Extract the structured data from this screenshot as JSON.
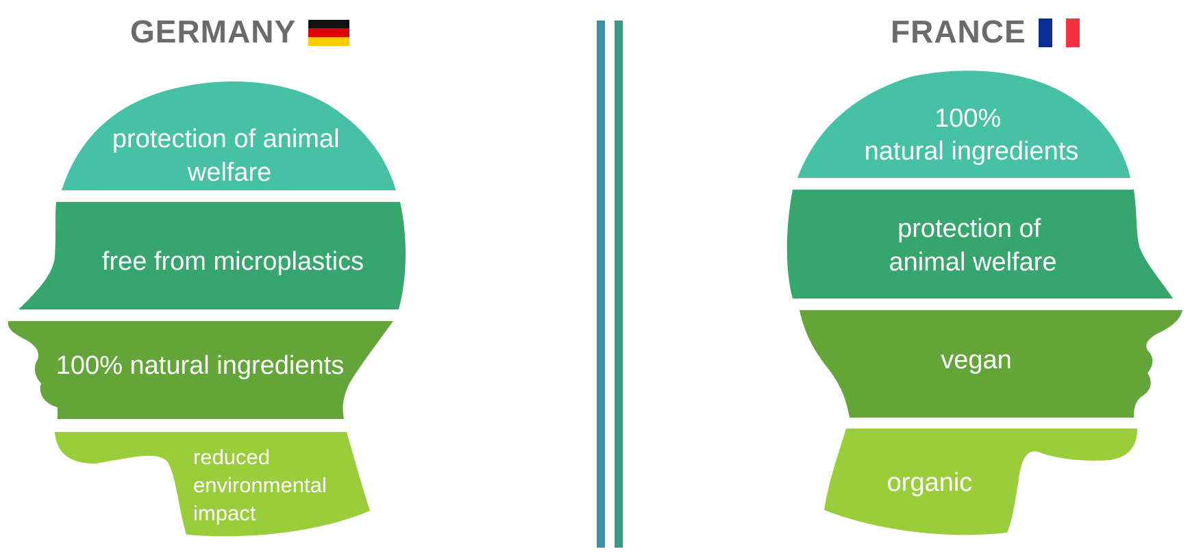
{
  "colors": {
    "title_gray": "#6b6b6b",
    "teal_light": "#46c1a5",
    "teal_green": "#37a66e",
    "mid_green": "#64a53a",
    "lime_green": "#9acd3a",
    "divider_blue": "#3a90a5",
    "divider_teal": "#3a9a82",
    "flag_de_black": "#111111",
    "flag_de_red": "#dd0000",
    "flag_de_gold": "#ffce00",
    "flag_fr_blue": "#0b2d96",
    "flag_fr_red": "#ef3340"
  },
  "germany": {
    "title": "GERMANY",
    "flag_icon": "germany-flag-icon",
    "segment1": [
      "protection of animal",
      "welfare"
    ],
    "segment2": "free from microplastics",
    "segment3": "100% natural ingredients",
    "segment4": [
      "reduced",
      "environmental",
      "impact"
    ]
  },
  "france": {
    "title": "FRANCE",
    "flag_icon": "france-flag-icon",
    "segment1": [
      "100%",
      "natural ingredients"
    ],
    "segment2": [
      "protection of",
      "animal welfare"
    ],
    "segment3": "vegan",
    "segment4": "organic"
  }
}
